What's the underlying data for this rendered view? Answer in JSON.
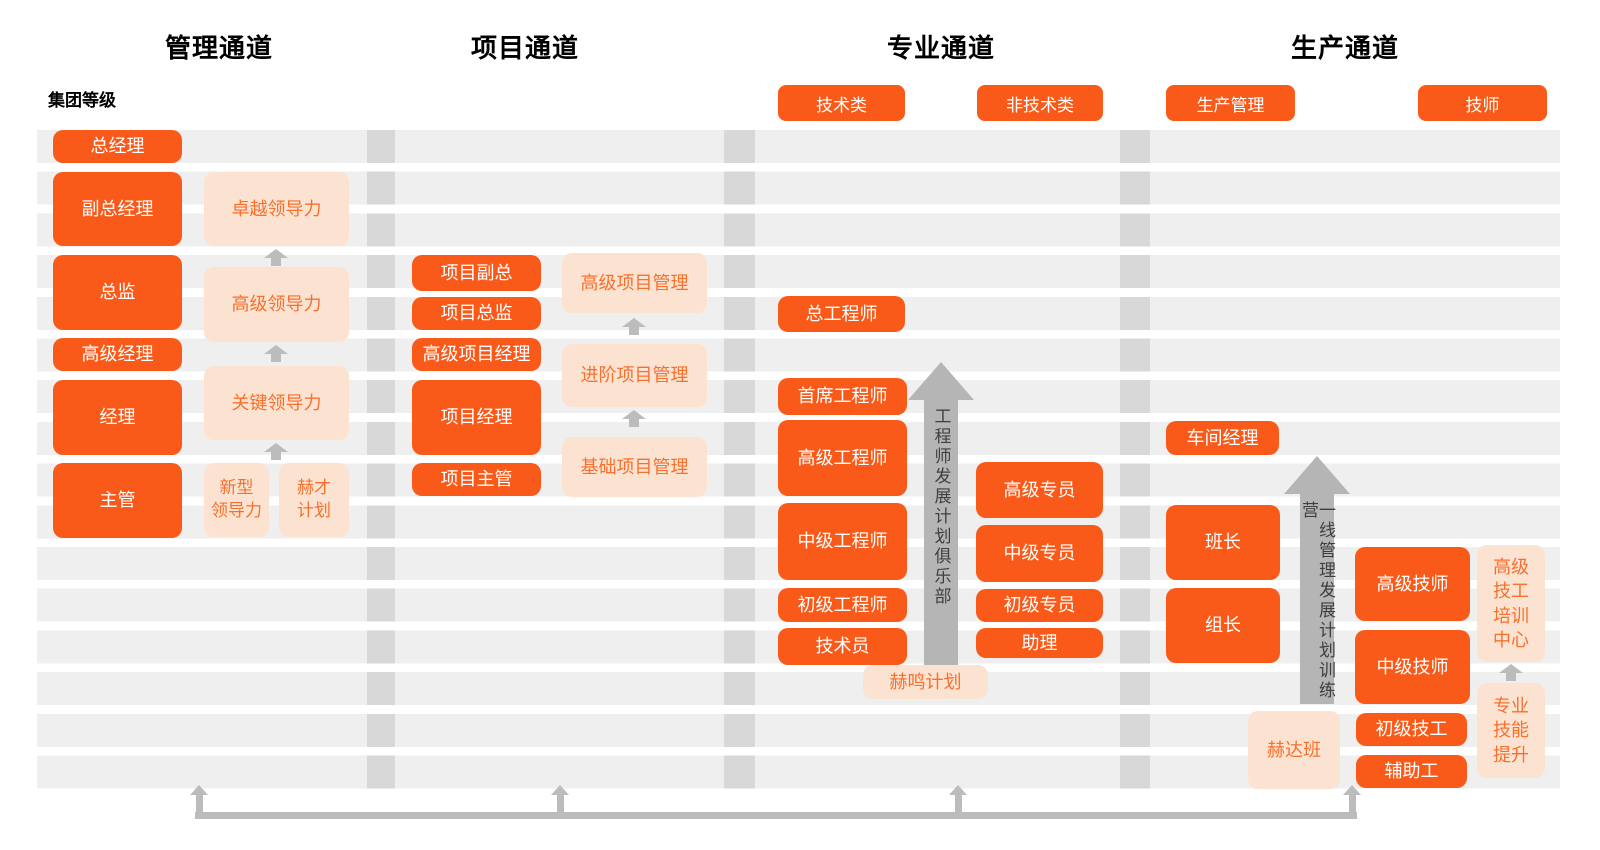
{
  "headers": {
    "management": "管理通道",
    "project": "项目通道",
    "professional": "专业通道",
    "production": "生产通道"
  },
  "group_level_label": "集团等级",
  "categories": {
    "technical": "技术类",
    "non_technical": "非技术类",
    "production_management": "生产管理",
    "technician": "技师"
  },
  "management": {
    "roles": {
      "general_manager": "总经理",
      "deputy_general_manager": "副总经理",
      "director": "总监",
      "senior_manager": "高级经理",
      "manager": "经理",
      "supervisor": "主管"
    },
    "programs": {
      "excellent_leadership": "卓越领导力",
      "senior_leadership": "高级领导力",
      "key_leadership": "关键领导力",
      "new_leadership": "新型\n领导力",
      "hecai_plan": "赫才\n计划"
    }
  },
  "project": {
    "roles": {
      "project_vp": "项目副总",
      "project_director": "项目总监",
      "senior_project_manager": "高级项目经理",
      "project_manager": "项目经理",
      "project_supervisor": "项目主管"
    },
    "programs": {
      "advanced_pm": "高级项目管理",
      "intermediate_pm": "进阶项目管理",
      "basic_pm": "基础项目管理"
    }
  },
  "professional": {
    "roles": {
      "chief_engineer_total": "总工程师",
      "chief_engineer": "首席工程师",
      "senior_engineer": "高级工程师",
      "intermediate_engineer": "中级工程师",
      "junior_engineer": "初级工程师",
      "technician_staff": "技术员",
      "senior_specialist": "高级专员",
      "intermediate_specialist": "中级专员",
      "junior_specialist": "初级专员",
      "assistant": "助理"
    },
    "programs": {
      "heming_plan": "赫鸣计划"
    },
    "arrow_label": "工程师发展计划俱乐部"
  },
  "production": {
    "roles": {
      "workshop_manager": "车间经理",
      "squad_leader": "班长",
      "group_leader": "组长",
      "senior_technician": "高级技师",
      "intermediate_technician": "中级技师",
      "junior_skilled_worker": "初级技工",
      "auxiliary_worker": "辅助工"
    },
    "programs": {
      "heda_class": "赫达班",
      "senior_worker_training_center": "高级\n技工\n培训\n中心",
      "professional_skill_upgrade": "专业\n技能\n提升"
    },
    "arrow_label": "一线管理发展计划训练营"
  },
  "colors": {
    "accent_orange": "#fa5a19",
    "light_peach": "#fce3d1",
    "peach_text": "#f8702e",
    "stripe_gray": "#efefef",
    "separator_gray": "#d8d8d8",
    "arrow_gray": "#b5b5b5"
  }
}
